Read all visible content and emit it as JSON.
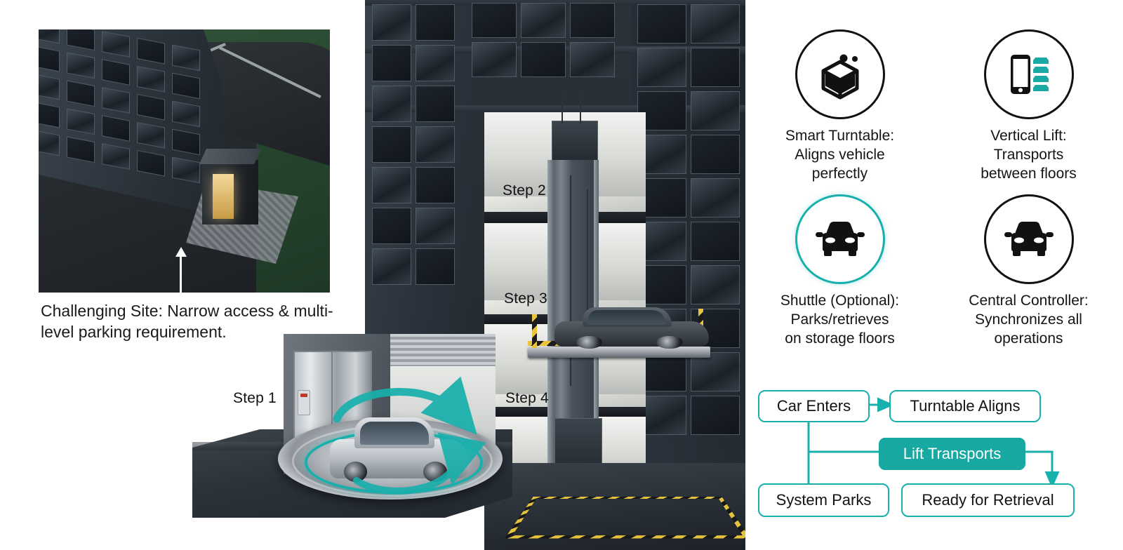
{
  "scene": {
    "inset": {
      "caption": "Challenging Site: Narrow access & multi-level parking requirement.",
      "pointer_icon": "up-arrow-pointer-icon"
    },
    "steps": [
      {
        "id": "step1",
        "label": "Step 1"
      },
      {
        "id": "step2",
        "label": "Step 2"
      },
      {
        "id": "step3",
        "label": "Step 3"
      },
      {
        "id": "step4",
        "label": "Step 4"
      }
    ],
    "accent_color": "#17b0ad",
    "hazard_colors": [
      "#e4c23c",
      "#17181a"
    ]
  },
  "features": [
    {
      "icon": "cube-turntable-icon",
      "circle_color": "#111111",
      "title": "Smart Turntable:",
      "line2": "Aligns vehicle",
      "line3": "perfectly",
      "text": "Smart Turntable: Aligns vehicle perfectly"
    },
    {
      "icon": "smartphone-stacked-cars-icon",
      "circle_color": "#111111",
      "title": "Vertical Lift:",
      "line2": "Transports",
      "line3": "between floors",
      "text": "Vertical Lift: Transports between floors"
    },
    {
      "icon": "car-front-icon",
      "circle_color": "#17b0ad",
      "title": "Shuttle (Optional):",
      "line2": "Parks/retrieves",
      "line3": "on storage floors",
      "text": "Shuttle (Optional): Parks/retrieves on storage floors"
    },
    {
      "icon": "car-front-icon",
      "circle_color": "#111111",
      "title": "Central Controller:",
      "line2": "Synchronizes all",
      "line3": "operations",
      "text": "Central Controller: Synchronizes all operations"
    }
  ],
  "flowchart": {
    "accent": "#17b0ad",
    "fill": "#17a8a2",
    "nodes": [
      {
        "id": "car-enters",
        "label": "Car Enters",
        "style": "outline"
      },
      {
        "id": "turntable-aligns",
        "label": "Turntable Aligns",
        "style": "outline"
      },
      {
        "id": "lift-transports",
        "label": "Lift Transports",
        "style": "filled"
      },
      {
        "id": "system-parks",
        "label": "System Parks",
        "style": "outline"
      },
      {
        "id": "ready-for-retrieval",
        "label": "Ready for Retrieval",
        "style": "outline"
      }
    ],
    "edges": [
      {
        "from": "car-enters",
        "to": "turntable-aligns",
        "arrow": true
      },
      {
        "from": "car-enters",
        "to": "lift-transports",
        "arrow": false
      },
      {
        "from": "car-enters",
        "to": "system-parks",
        "arrow": false
      },
      {
        "from": "lift-transports",
        "to": "ready-for-retrieval",
        "arrow": true
      }
    ]
  }
}
